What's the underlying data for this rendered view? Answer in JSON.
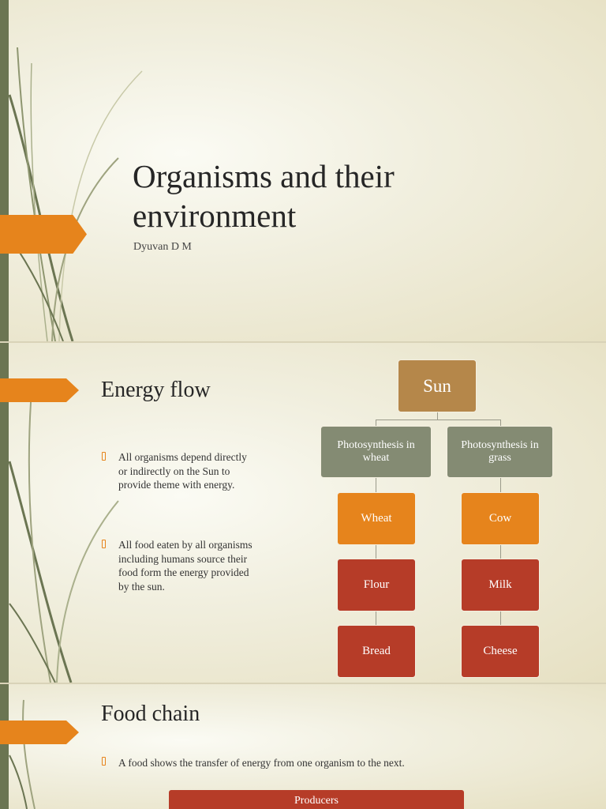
{
  "slide1": {
    "title_line1": "Organisms and their",
    "title_line2": "environment",
    "author": "Dyuvan D M"
  },
  "slide2": {
    "title": "Energy flow",
    "bullets": [
      [
        "All organisms depend directly",
        "or indirectly on the Sun to",
        "provide theme with energy."
      ],
      [
        "All food eaten by all organisms",
        "including humans source their",
        "food form the energy provided",
        "by the sun."
      ]
    ],
    "diagram": {
      "root": "Sun",
      "branches": [
        {
          "label_line1": "Photosynthesis in",
          "label_line2": "wheat",
          "chain": [
            "Wheat",
            "Flour",
            "Bread"
          ]
        },
        {
          "label_line1": "Photosynthesis in",
          "label_line2": "grass",
          "chain": [
            "Cow",
            "Milk",
            "Cheese"
          ]
        }
      ]
    }
  },
  "slide3": {
    "title": "Food chain",
    "bullet": "A food shows the transfer of energy from one organism to the next.",
    "first_box": "Producers"
  },
  "colors": {
    "accent_orange": "#e6841c",
    "sidebar_green": "#6b7552",
    "sun_box": "#b5874a",
    "photosynthesis_box": "#848b73",
    "chain_red": "#b63c28"
  }
}
